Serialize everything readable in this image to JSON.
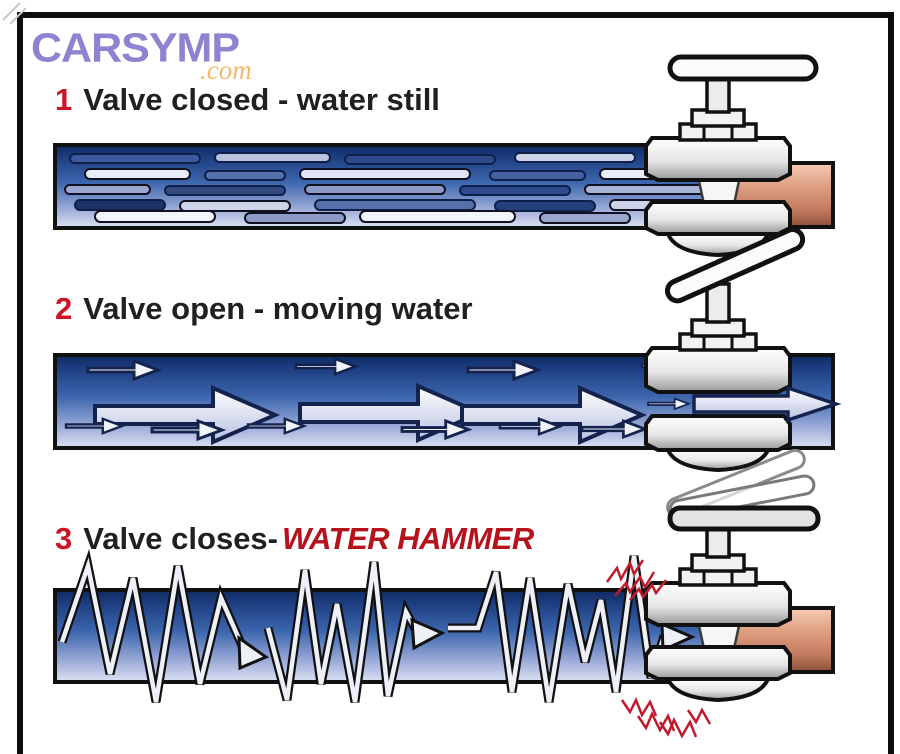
{
  "watermark": {
    "brand": "CARSYMP",
    "tld": ".com"
  },
  "steps": [
    {
      "number": "1",
      "label": "Valve closed - water still"
    },
    {
      "number": "2",
      "label": "Valve open - moving water"
    },
    {
      "number": "3",
      "label": "Valve closes-",
      "highlight": "WATER HAMMER"
    }
  ],
  "colors": {
    "pipe_blue_dark": "#14306b",
    "pipe_blue_mid": "#3c66ad",
    "pipe_blue_light": "#dde2f2",
    "copper": "#cf8a70",
    "valve_silver": "#d9d9d9",
    "arrow_white": "#f2f4fb",
    "outline_black": "#111111",
    "step_number_red": "#cc1426",
    "hammer_red": "#b5121b",
    "shock_red": "#c21a2c",
    "logo_purple": "#8f83d1",
    "logo_orange": "#f3b967"
  }
}
